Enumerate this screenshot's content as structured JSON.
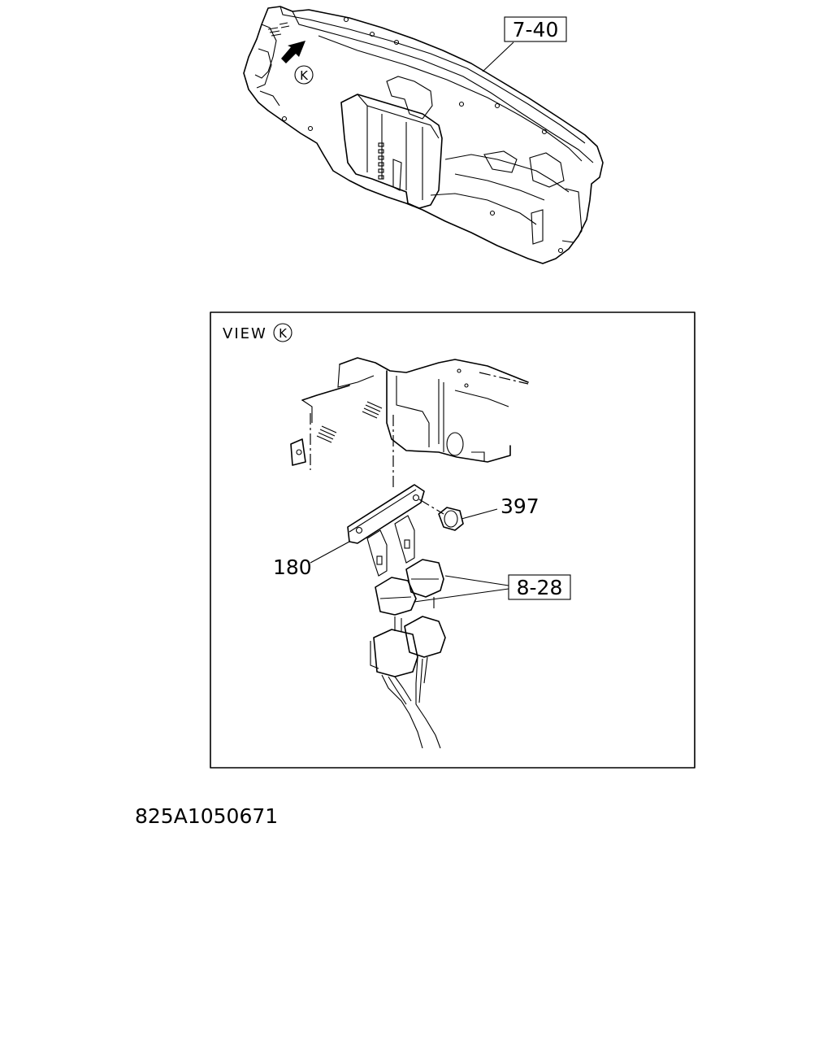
{
  "callouts": {
    "ref_top": "7-40",
    "ref_relay": "8-28",
    "part_nut": "397",
    "part_bracket": "180",
    "view_marker": "K"
  },
  "view_box": {
    "label": "VIEW",
    "marker": "K"
  },
  "drawing_number": "825A1050671"
}
